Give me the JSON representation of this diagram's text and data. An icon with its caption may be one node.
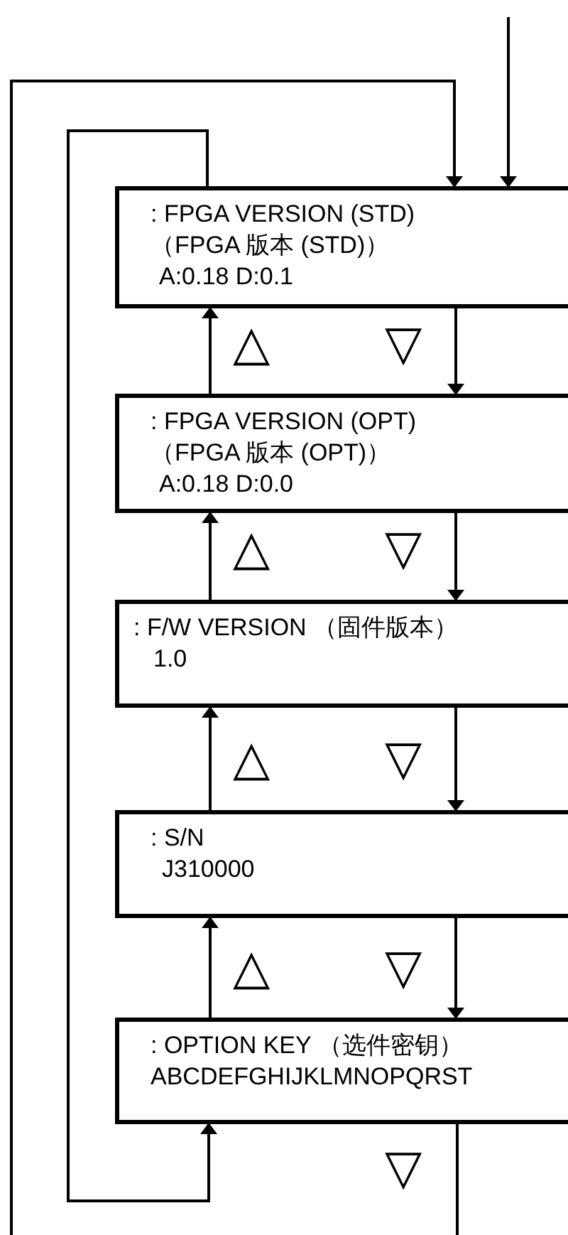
{
  "diagram": {
    "nodes": [
      {
        "text": [
          ": FPGA VERSION (STD)",
          "（FPGA 版本 (STD)）",
          "A:0.18 D:0.1"
        ]
      },
      {
        "text": [
          ": FPGA VERSION (OPT)",
          "（FPGA 版本 (OPT)）",
          "A:0.18 D:0.0"
        ]
      },
      {
        "text": [
          ": F/W VERSION （固件版本）",
          "1.0"
        ]
      },
      {
        "text": [
          ": S/N",
          "J310000"
        ]
      },
      {
        "text": [
          ": OPTION KEY （选件密钥）",
          "ABCDEFGHIJKLMNOPQRST"
        ]
      }
    ],
    "edges": [
      {
        "from": null,
        "to": 0,
        "arrow": "to"
      },
      {
        "from": 0,
        "to": 1,
        "arrow": "to"
      },
      {
        "from": 1,
        "to": 0,
        "arrow": "to"
      },
      {
        "from": 1,
        "to": 2,
        "arrow": "to"
      },
      {
        "from": 2,
        "to": 1,
        "arrow": "to"
      },
      {
        "from": 2,
        "to": 3,
        "arrow": "to"
      },
      {
        "from": 3,
        "to": 2,
        "arrow": "to"
      },
      {
        "from": 3,
        "to": 4,
        "arrow": "to"
      },
      {
        "from": 4,
        "to": 3,
        "arrow": "to"
      },
      {
        "from": 0,
        "to": 4,
        "arrow": "to"
      },
      {
        "from": 4,
        "to": 0,
        "arrow": "to"
      }
    ],
    "labels": [
      "△",
      "▽",
      "△",
      "▽",
      "△",
      "▽",
      "△",
      "▽",
      "▽"
    ]
  }
}
